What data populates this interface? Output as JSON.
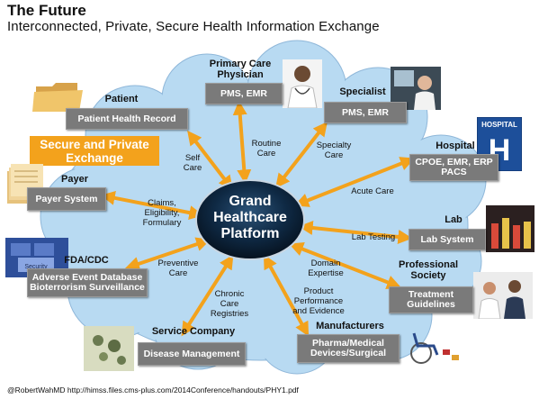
{
  "title": "The Future",
  "subtitle": "Interconnected, Private, Secure Health Information Exchange",
  "hub": {
    "line1": "Grand",
    "line2": "Healthcare",
    "line3": "Platform"
  },
  "nodes": {
    "patient": {
      "label": "Patient",
      "box": "Patient Health Record"
    },
    "secure": {
      "line1": "Secure and Private",
      "line2": "Exchange"
    },
    "primary": {
      "label1": "Primary Care",
      "label2": "Physician",
      "box": "PMS, EMR"
    },
    "specialist": {
      "label": "Specialist",
      "box": "PMS, EMR"
    },
    "hospital": {
      "label": "Hospital",
      "box1": "CPOE, EMR, ERP",
      "box2": "PACS",
      "sign": "HOSPITAL",
      "letter": "H"
    },
    "payer": {
      "label": "Payer",
      "box": "Payer System"
    },
    "lab": {
      "label": "Lab",
      "box": "Lab System"
    },
    "fda": {
      "label": "FDA/CDC",
      "box1": "Adverse Event Database",
      "box2": "Bioterrorism Surveillance",
      "key": "Security"
    },
    "professional": {
      "label1": "Professional",
      "label2": "Society",
      "box1": "Treatment",
      "box2": "Guidelines"
    },
    "service": {
      "label": "Service Company",
      "box": "Disease Management"
    },
    "manufacturers": {
      "label": "Manufacturers",
      "box1": "Pharma/Medical",
      "box2": "Devices/Surgical"
    }
  },
  "edges": {
    "self_care": [
      "Self",
      "Care"
    ],
    "routine_care": [
      "Routine",
      "Care"
    ],
    "specialty_care": [
      "Specialty",
      "Care"
    ],
    "acute_care": [
      "Acute Care"
    ],
    "claims": [
      "Claims,",
      "Eligibility,",
      "Formulary"
    ],
    "lab_testing": [
      "Lab Testing"
    ],
    "preventive": [
      "Preventive",
      "Care"
    ],
    "domain": [
      "Domain",
      "Expertise"
    ],
    "chronic": [
      "Chronic",
      "Care",
      "Registries"
    ],
    "product": [
      "Product",
      "Performance",
      "and Evidence"
    ]
  },
  "footer": "@RobertWahMD http://himss.files.cms-plus.com/2014Conference/handouts/PHY1.pdf",
  "colors": {
    "cloud": "#b8daf2",
    "arrow": "#f3a21c",
    "box": "#7a7a7a",
    "hub": "#0c2238",
    "secure": "#f3a21c"
  }
}
